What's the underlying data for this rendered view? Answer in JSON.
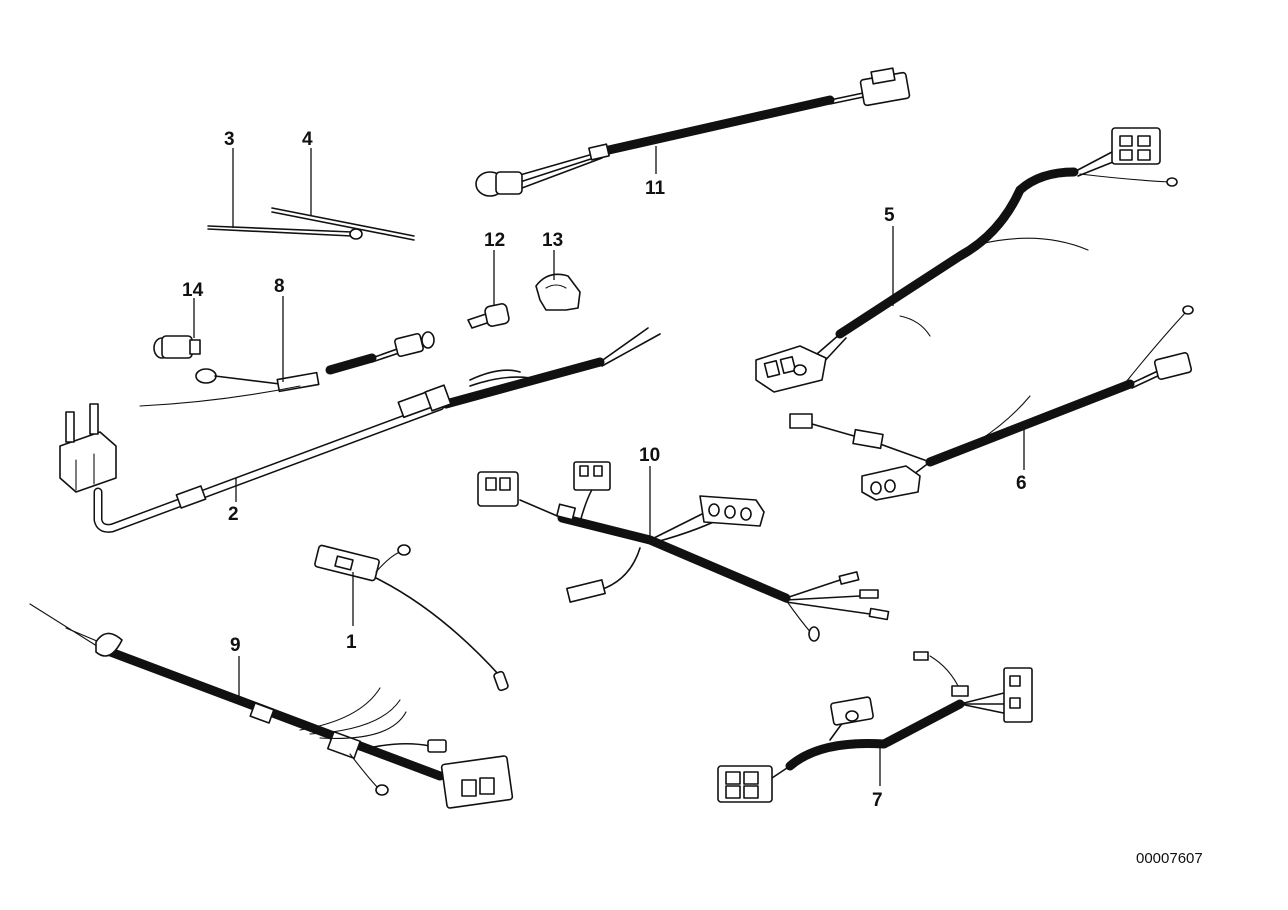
{
  "callouts": {
    "c1": "1",
    "c2": "2",
    "c3": "3",
    "c4": "4",
    "c5": "5",
    "c6": "6",
    "c7": "7",
    "c8": "8",
    "c9": "9",
    "c10": "10",
    "c11": "11",
    "c12": "12",
    "c13": "13",
    "c14": "14"
  },
  "reference_number": "00007607"
}
